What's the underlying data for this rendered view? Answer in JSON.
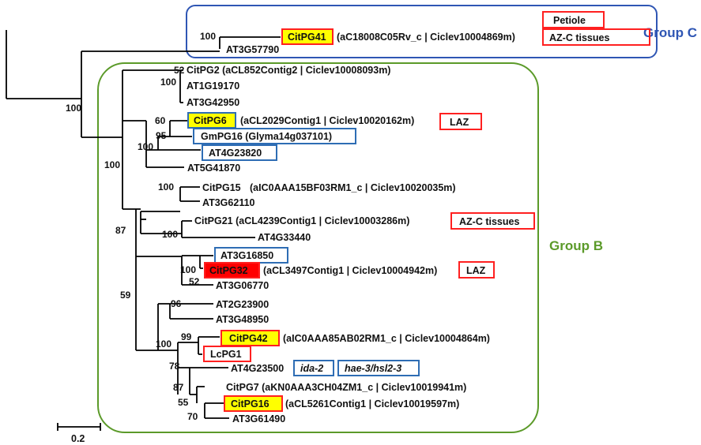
{
  "groups": {
    "c": {
      "label": "Group C",
      "color": "#2f56b4"
    },
    "b": {
      "label": "Group B",
      "color": "#5b9a29"
    }
  },
  "colors": {
    "highlight_fill": "#ffff00",
    "red_fill": "#ff0000",
    "red": "#ff2020",
    "blue": "#2e6db4"
  },
  "leaves": {
    "citpg41_name": "CitPG41",
    "citpg41_ids": "(aC18008C05Rv_c | Ciclev10004869m)",
    "at3g57790": "AT3G57790",
    "citpg2": "CitPG2 (aCL852Contig2 | Ciclev10008093m)",
    "at1g19170": "AT1G19170",
    "at3g42950": "AT3G42950",
    "citpg6_name": "CitPG6",
    "citpg6_ids": "(aCL2029Contig1 | Ciclev10020162m)",
    "gmpg16": "GmPG16 (Glyma14g037101)",
    "at4g23820": "AT4G23820",
    "at5g41870": "AT5G41870",
    "citpg15_name": "CitPG15",
    "citpg15_ids": "(aIC0AAA15BF03RM1_c | Ciclev10020035m)",
    "at3g62110": "AT3G62110",
    "citpg21": "CitPG21 (aCL4239Contig1 | Ciclev10003286m)",
    "at4g33440": "AT4G33440",
    "at3g16850": "AT3G16850",
    "citpg32_name": "CitPG32",
    "citpg32_ids": "(aCL3497Contig1 | Ciclev10004942m)",
    "at3g06770": "AT3G06770",
    "at2g23900": "AT2G23900",
    "at3g48950": "AT3G48950",
    "citpg42_name": "CitPG42",
    "citpg42_ids": "(aIC0AAA85AB02RM1_c | Ciclev10004864m)",
    "lcpg1": "LcPG1",
    "at4g23500": "AT4G23500",
    "ida2": "ida-2",
    "hae3": "hae-3/hsl2-3",
    "citpg7": "CitPG7 (aKN0AAA3CH04ZM1_c | Ciclev10019941m)",
    "citpg16_name": "CitPG16",
    "citpg16_ids": "(aCL5261Contig1 | Ciclev10019597m)",
    "at3g61490": "AT3G61490"
  },
  "tissue_tags": {
    "petiole": "Petiole",
    "azc_top": "AZ-C tissues",
    "laz_pg6": "LAZ",
    "azc_pg21": "AZ-C tissues",
    "laz_pg32": "LAZ"
  },
  "bootstrap": {
    "root": "100",
    "pg41_node": "100",
    "groupb": "100",
    "n87": "87",
    "n59": "59",
    "pg2_inner": "52",
    "pg2_outer": "100",
    "pg6_inner": "60",
    "pg6_mid": "95",
    "pg6_outer": "100",
    "pg15": "100",
    "pg21": "100",
    "pg32_inner": "100",
    "pg32_outer": "52",
    "at2g": "96",
    "pg42": "99",
    "bottom_big": "100",
    "n78": "78",
    "n87b": "87",
    "n55": "55",
    "n70": "70"
  },
  "scale_bar": {
    "label": "0.2"
  }
}
